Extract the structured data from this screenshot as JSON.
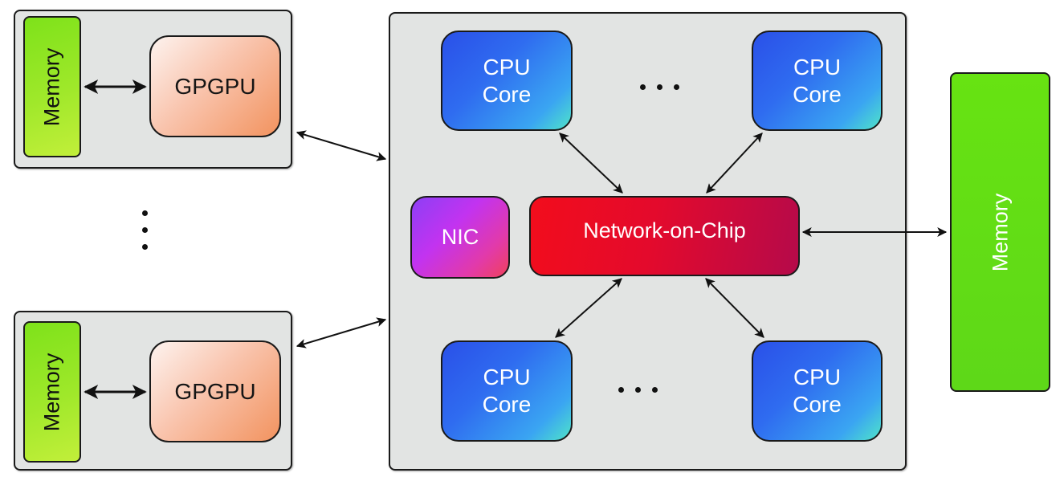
{
  "diagram": {
    "gpu_nodes": [
      {
        "memory_label": "Memory",
        "gpu_label": "GPGPU"
      },
      {
        "memory_label": "Memory",
        "gpu_label": "GPGPU"
      }
    ],
    "cpu_chip": {
      "cores": [
        {
          "line1": "CPU",
          "line2": "Core"
        },
        {
          "line1": "CPU",
          "line2": "Core"
        },
        {
          "line1": "CPU",
          "line2": "Core"
        },
        {
          "line1": "CPU",
          "line2": "Core"
        }
      ],
      "nic_label": "NIC",
      "noc_label": "Network-on-Chip"
    },
    "main_memory_label": "Memory",
    "colors": {
      "panel_bg": "#e2e4e3",
      "memory_green": "#67e312",
      "gpgpu_orange": "#f2935f",
      "cpu_blue": "#2f6cf0",
      "nic_purple": "#c233f0",
      "noc_red": "#e40a2c"
    }
  }
}
